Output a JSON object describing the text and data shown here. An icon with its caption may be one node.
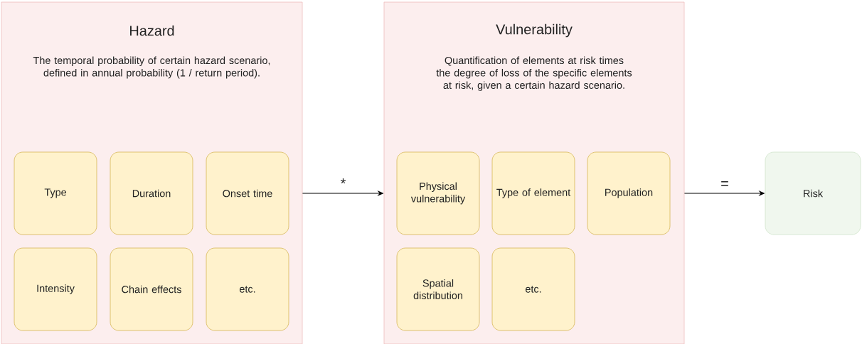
{
  "diagram": {
    "nodes": [
      {
        "text": [
          "Hazard",
          "The temporal probability of certain hazard scenario, defined in annual probability (1 / return period)."
        ]
      },
      {
        "text": [
          "Type"
        ],
        "in": 0
      },
      {
        "text": [
          "Duration"
        ],
        "in": 0
      },
      {
        "text": [
          "Onset time"
        ],
        "in": 0
      },
      {
        "text": [
          "Intensity"
        ],
        "in": 0
      },
      {
        "text": [
          "Chain effects"
        ],
        "in": 0
      },
      {
        "text": [
          "etc."
        ],
        "in": 0
      },
      {
        "text": [
          "Vulnerability",
          "Quantification of elements at risk times the degree of loss of the specific elements at risk, given a certain hazard scenario."
        ]
      },
      {
        "text": [
          "Physical vulnerability"
        ],
        "in": 7
      },
      {
        "text": [
          "Type of element"
        ],
        "in": 7
      },
      {
        "text": [
          "Population"
        ],
        "in": 7
      },
      {
        "text": [
          "Spatial distribution"
        ],
        "in": 7
      },
      {
        "text": [
          "etc."
        ],
        "in": 7
      },
      {
        "text": [
          "Risk"
        ]
      }
    ],
    "edges": [
      {
        "from": 0,
        "to": 7,
        "arrow": "to",
        "label": "*"
      },
      {
        "from": 7,
        "to": 13,
        "arrow": "to",
        "label": "="
      }
    ]
  }
}
